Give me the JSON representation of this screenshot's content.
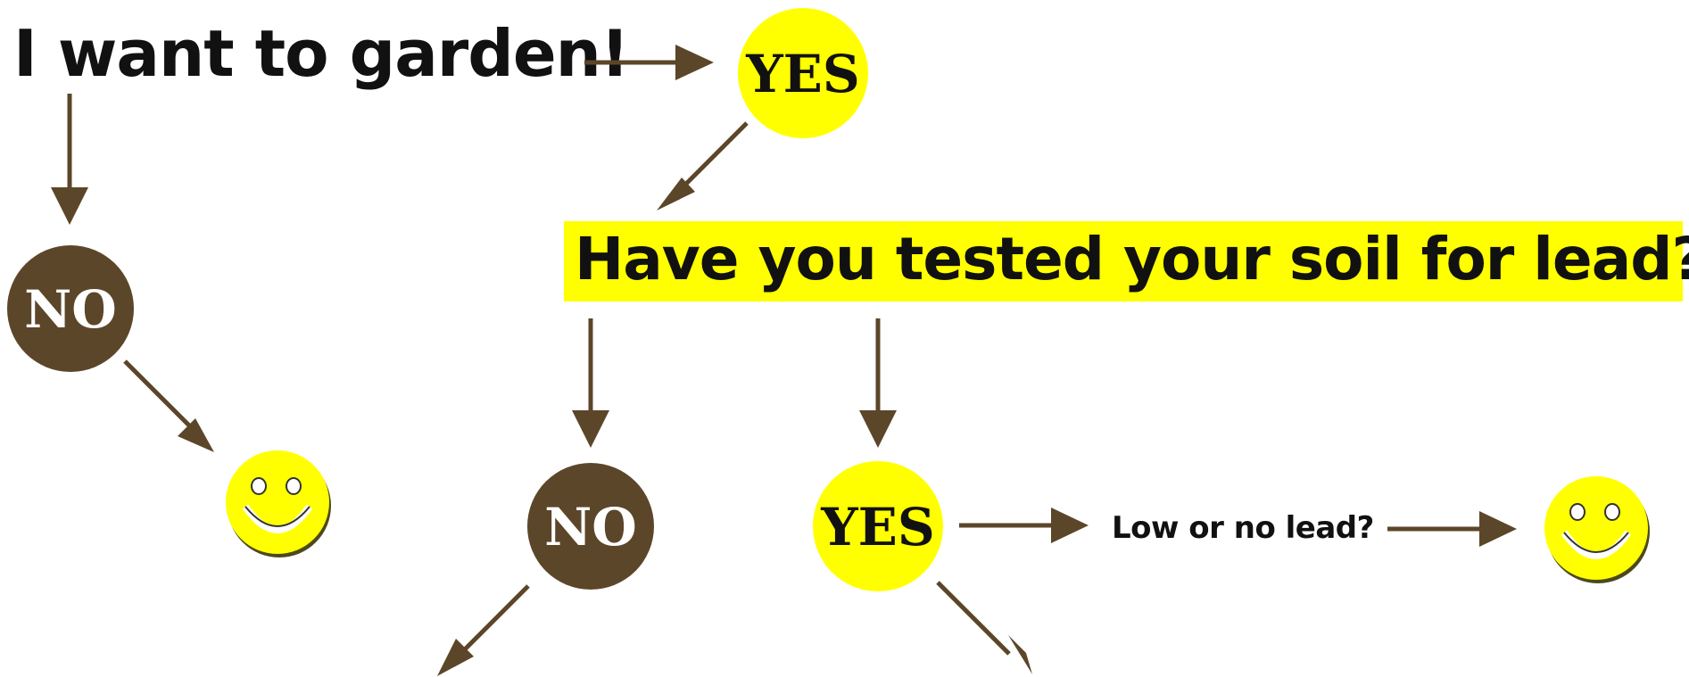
{
  "title": "I want to garden!",
  "question": "Have you tested your soil for lead?",
  "followup": "Low or no lead?",
  "answers": {
    "yes": "YES",
    "no": "NO"
  },
  "colors": {
    "arrow": "#5c4629",
    "yes_fill": "#ffff00",
    "no_fill": "#5c4629",
    "smiley_face": "#ffff00",
    "text": "#111111"
  }
}
